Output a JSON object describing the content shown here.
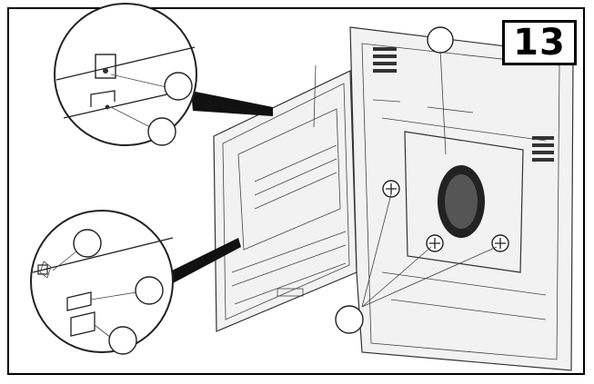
{
  "step": {
    "number": "13"
  },
  "colors": {
    "line": "#222222",
    "background": "#ffffff",
    "frame": "#000000",
    "shade": "#333333"
  },
  "callouts": [
    {
      "id": "callout-detail-top-upper",
      "label": ""
    },
    {
      "id": "callout-detail-top-lower",
      "label": ""
    },
    {
      "id": "callout-rear-panel",
      "label": ""
    },
    {
      "id": "callout-detail-bottom-upper",
      "label": ""
    },
    {
      "id": "callout-detail-bottom-middle",
      "label": ""
    },
    {
      "id": "callout-detail-bottom-lower",
      "label": ""
    },
    {
      "id": "callout-screws",
      "label": ""
    }
  ]
}
